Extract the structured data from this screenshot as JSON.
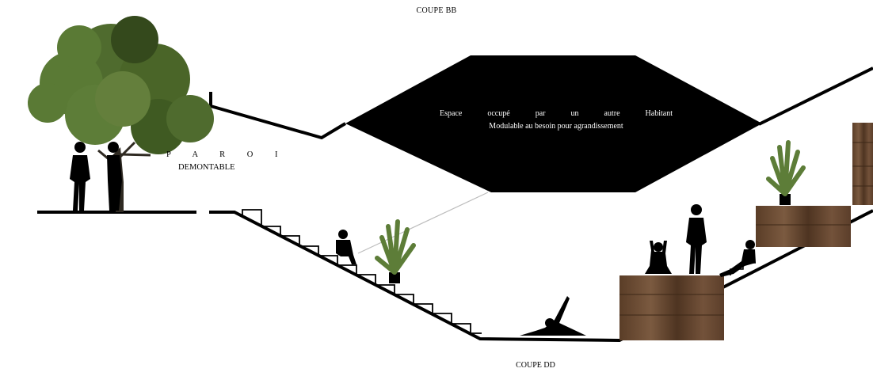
{
  "labels": {
    "section_top": "COUPE BB",
    "section_bottom": "COUPE DD",
    "paroi": "P A R O I",
    "demontable": "DEMONTABLE"
  },
  "dark_zone": {
    "line1": "Espace occupé par un autre Habitant",
    "line2": "Modulable au besoin pour agrandissement"
  },
  "colors": {
    "ink": "#000000",
    "foliage": "#4f6b2e",
    "foliage_dark": "#34491c",
    "wood": "#6b4a30",
    "leader": "#bdbdbd"
  }
}
